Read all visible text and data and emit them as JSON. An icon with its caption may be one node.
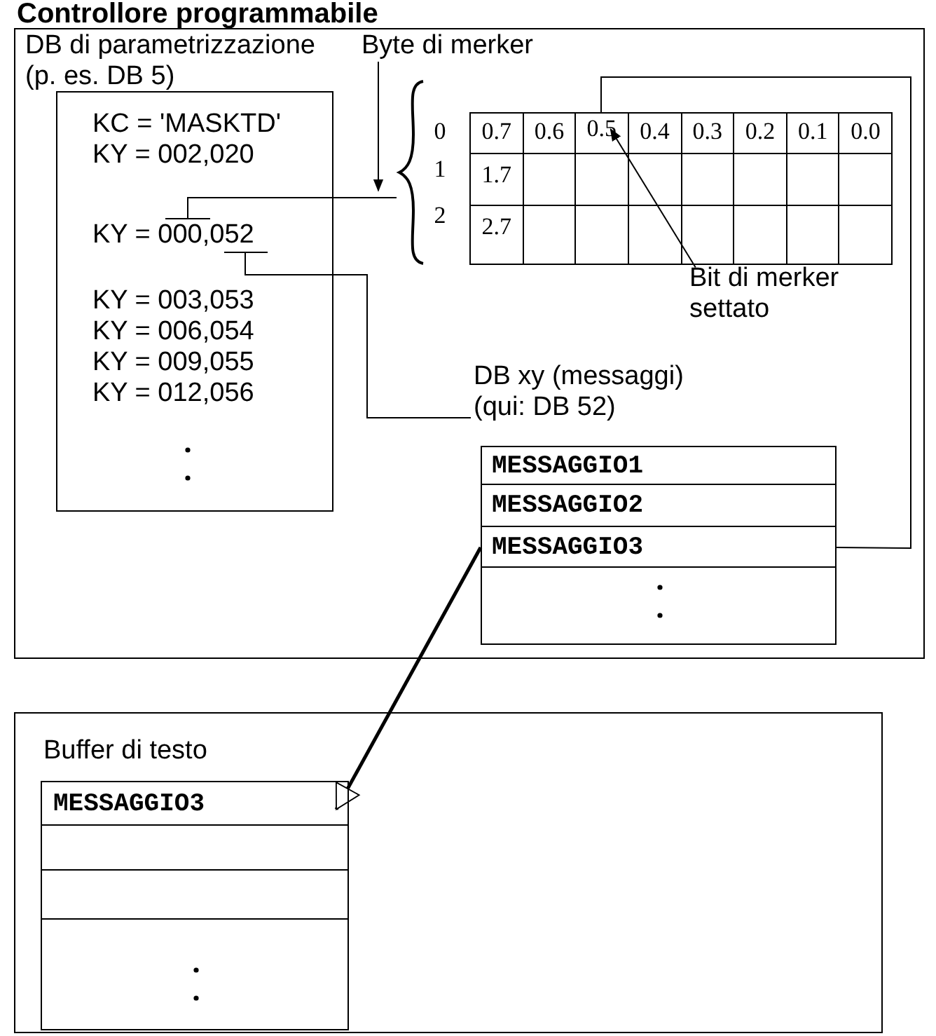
{
  "diagram": {
    "nodes": [
      {
        "text": [
          "Controllore programmabile"
        ]
      },
      {
        "text": [
          "DB di parametrizzazione (p. es. DB 5)",
          "KC = 'MASKTD'",
          "KY = 002,020",
          "KY = 003,053",
          "KY = 006,054",
          "KY = 009,055",
          "KY = 012,056"
        ],
        "in": 0
      },
      {
        "text": [
          "KY = 000,052"
        ],
        "in": 1
      },
      {
        "text": [
          "Byte di merker"
        ],
        "in": 0
      },
      {
        "text": [
          "0",
          "1",
          "2",
          "0.7",
          "0.6",
          "0.4",
          "0.3",
          "0.2",
          "0.1",
          "0.0",
          "1.7",
          "2.7"
        ],
        "in": 0
      },
      {
        "text": [
          "0.5"
        ],
        "in": 4
      },
      {
        "text": [
          "Bit di merker settato"
        ],
        "in": 0
      },
      {
        "text": [
          "DB xy (messaggi) (qui: DB 52)"
        ],
        "in": 0
      },
      {
        "text": [
          "MESSAGGIO1"
        ],
        "in": 7
      },
      {
        "text": [
          "MESSAGGIO2"
        ],
        "in": 7
      },
      {
        "text": [
          "MESSAGGIO3"
        ],
        "in": 7
      },
      {
        "text": [],
        "shape": "box",
        "in": 7
      },
      {
        "text": [],
        "shape": "box"
      },
      {
        "text": [
          "Buffer di testo"
        ],
        "in": 12
      },
      {
        "text": [
          "MESSAGGIO3"
        ],
        "in": 13
      },
      {
        "text": [],
        "shape": "box",
        "in": 13
      },
      {
        "text": [],
        "shape": "box",
        "in": 13
      },
      {
        "text": [],
        "shape": "box",
        "in": 13
      }
    ],
    "edges": [
      {
        "from": 2,
        "to": 4,
        "arrow": "none"
      },
      {
        "from": 3,
        "to": 4,
        "arrow": "to"
      },
      {
        "from": 6,
        "to": 5,
        "arrow": "to"
      },
      {
        "from": 5,
        "to": 10,
        "arrow": "none"
      },
      {
        "from": 2,
        "to": 7,
        "arrow": "none"
      },
      {
        "from": 10,
        "to": 14,
        "arrow": "to",
        "style": "thick"
      }
    ]
  }
}
